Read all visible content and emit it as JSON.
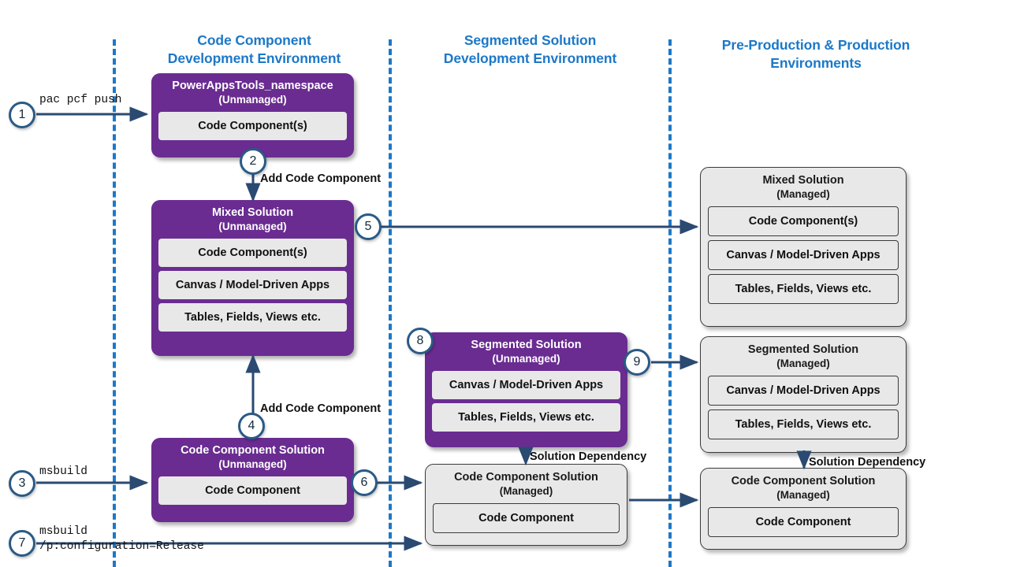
{
  "lanes": [
    {
      "title_line1": "Code Component",
      "title_line2": "Development Environment"
    },
    {
      "title_line1": "Segmented Solution",
      "title_line2": "Development Environment"
    },
    {
      "title_line1": "Pre-Production & Production",
      "title_line2": "Environments"
    }
  ],
  "colors": {
    "unmanaged_purple": "#6A2C91",
    "managed_grey": "#E8E8E8",
    "lane_blue": "#1C78C8",
    "arrow_navy": "#2A4A72",
    "step_circle_border": "#2A5A86"
  },
  "boxes": {
    "powerapps_tools": {
      "title": "PowerAppsTools_namespace",
      "subtitle": "(Unmanaged)",
      "items": [
        "Code Component(s)"
      ]
    },
    "mixed_unmanaged": {
      "title": "Mixed Solution",
      "subtitle": "(Unmanaged)",
      "items": [
        "Code Component(s)",
        "Canvas / Model-Driven Apps",
        "Tables, Fields, Views etc."
      ]
    },
    "code_component_unmanaged": {
      "title": "Code Component Solution",
      "subtitle": "(Unmanaged)",
      "items": [
        "Code Component"
      ]
    },
    "segmented_unmanaged": {
      "title": "Segmented Solution",
      "subtitle": "(Unmanaged)",
      "items": [
        "Canvas / Model-Driven Apps",
        "Tables, Fields, Views etc."
      ]
    },
    "code_component_managed_dev": {
      "title": "Code Component Solution",
      "subtitle": "(Managed)",
      "items": [
        "Code Component"
      ]
    },
    "mixed_managed": {
      "title": "Mixed Solution",
      "subtitle": "(Managed)",
      "items": [
        "Code Component(s)",
        "Canvas / Model-Driven Apps",
        "Tables, Fields, Views etc."
      ]
    },
    "segmented_managed": {
      "title": "Segmented Solution",
      "subtitle": "(Managed)",
      "items": [
        "Canvas / Model-Driven Apps",
        "Tables, Fields, Views etc."
      ]
    },
    "code_component_managed_prod": {
      "title": "Code Component Solution",
      "subtitle": "(Managed)",
      "items": [
        "Code Component"
      ]
    }
  },
  "steps": [
    {
      "number": "1"
    },
    {
      "number": "2"
    },
    {
      "number": "3"
    },
    {
      "number": "4"
    },
    {
      "number": "5"
    },
    {
      "number": "6"
    },
    {
      "number": "7"
    },
    {
      "number": "8"
    },
    {
      "number": "9"
    }
  ],
  "labels": {
    "cmd_pac_pcf_push": "pac pcf push",
    "cmd_msbuild": "msbuild",
    "cmd_msbuild_release_line1": "msbuild",
    "cmd_msbuild_release_line2": "/p:configuration=Release",
    "add_code_component_top": "Add Code Component",
    "add_code_component_bottom": "Add Code Component",
    "solution_dependency_dev": "Solution Dependency",
    "solution_dependency_prod": "Solution Dependency"
  }
}
